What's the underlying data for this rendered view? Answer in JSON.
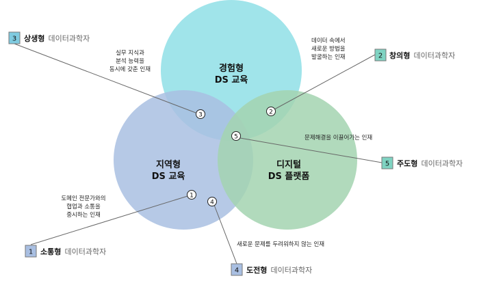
{
  "circles": {
    "experience": {
      "line1": "경험형",
      "line2": "DS 교육",
      "color": "#8fdfe6"
    },
    "regional": {
      "line1": "지역형",
      "line2": "DS 교육",
      "color": "#a9bfe2"
    },
    "digital": {
      "line1": "디지털",
      "line2": "DS 플랫폼",
      "color": "#a3d3b0"
    }
  },
  "types": [
    {
      "num": "1",
      "name": "소통형",
      "suffix": "데이터과학자",
      "color": "#a9bfe2",
      "desc": [
        "도메인 전문가와의",
        "협업과 소통을",
        "중시하는 인재"
      ]
    },
    {
      "num": "2",
      "name": "창의형",
      "suffix": "데이터과학자",
      "color": "#7fd3c2",
      "desc": [
        "데이터 속에서",
        "새로운 방법을",
        "발굴하는 인재"
      ]
    },
    {
      "num": "3",
      "name": "상생형",
      "suffix": "데이터과학자",
      "color": "#7fcbe0",
      "desc": [
        "실무 지식과",
        "분석 능력을",
        "동시에 갖춘 인재"
      ]
    },
    {
      "num": "4",
      "name": "도전형",
      "suffix": "데이터과학자",
      "color": "#a9bfe2",
      "desc": [
        "새로운 문제를 두려워하지 않는 인재"
      ]
    },
    {
      "num": "5",
      "name": "주도형",
      "suffix": "데이터과학자",
      "color": "#7fd3c2",
      "desc": [
        "문제해결을 이끌어가는 인재"
      ]
    }
  ]
}
